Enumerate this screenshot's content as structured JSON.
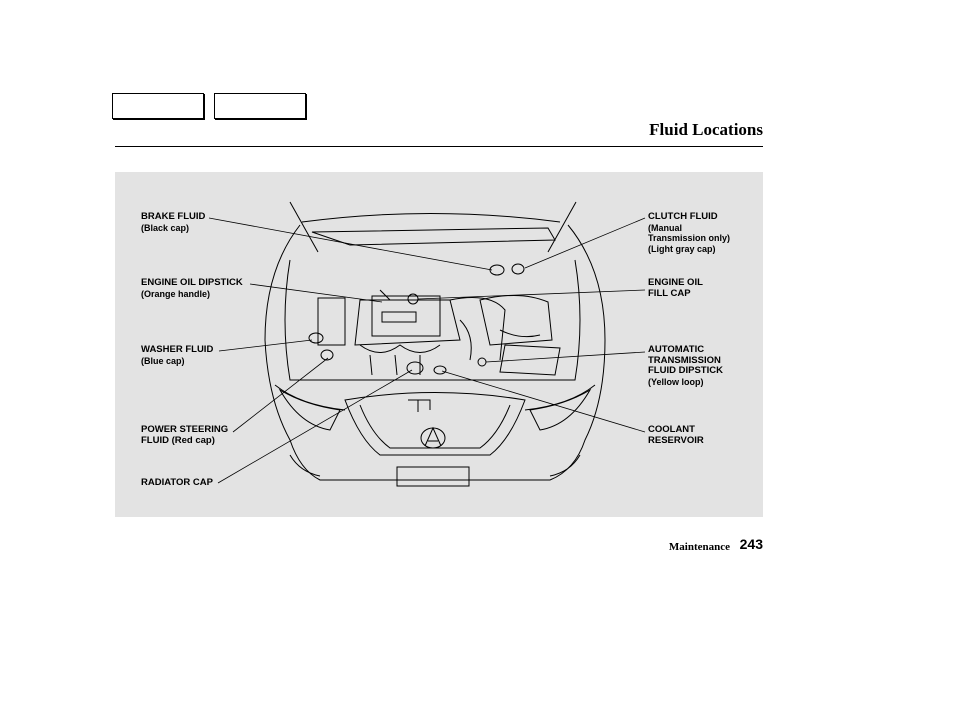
{
  "header": {
    "title": "Fluid Locations"
  },
  "callouts": {
    "brake_fluid": {
      "main": "BRAKE FLUID",
      "sub": "(Black cap)"
    },
    "engine_oil_dipstick": {
      "main": "ENGINE OIL DIPSTICK",
      "sub": "(Orange handle)"
    },
    "washer_fluid": {
      "main": "WASHER FLUID",
      "sub": "(Blue cap)"
    },
    "power_steering": {
      "line1": "POWER STEERING",
      "line2": "FLUID (Red cap)"
    },
    "radiator_cap": {
      "main": "RADIATOR CAP"
    },
    "clutch_fluid": {
      "main": "CLUTCH FLUID",
      "sub1": "(Manual",
      "sub2": "Transmission only)",
      "sub3": "(Light gray cap)"
    },
    "engine_oil_fill": {
      "line1": "ENGINE OIL",
      "line2": "FILL CAP"
    },
    "atf_dipstick": {
      "line1": "AUTOMATIC",
      "line2": "TRANSMISSION",
      "line3": "FLUID DIPSTICK",
      "sub": "(Yellow loop)"
    },
    "coolant": {
      "line1": "COOLANT",
      "line2": "RESERVOIR"
    }
  },
  "footer": {
    "section": "Maintenance",
    "page": "243"
  }
}
